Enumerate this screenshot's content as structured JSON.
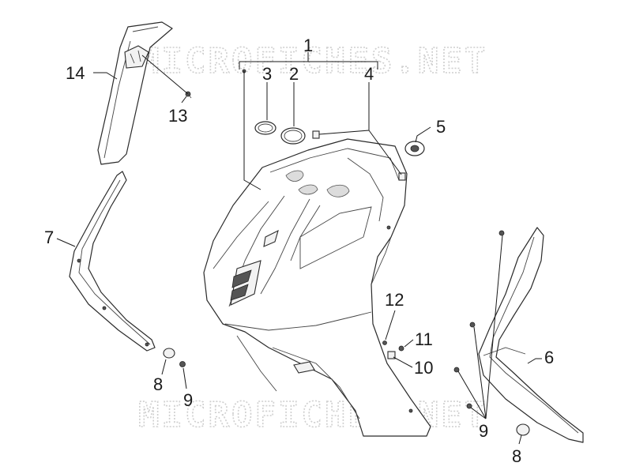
{
  "watermark": {
    "top": "MICROFICHES.NET",
    "bottom": "MICROFICHES.NET"
  },
  "callouts": {
    "c1": "1",
    "c2": "2",
    "c3": "3",
    "c4": "4",
    "c5": "5",
    "c6": "6",
    "c7": "7",
    "c8a": "8",
    "c8b": "8",
    "c9a": "9",
    "c9b": "9",
    "c10": "10",
    "c11": "11",
    "c12": "12",
    "c13": "13",
    "c14": "14"
  }
}
